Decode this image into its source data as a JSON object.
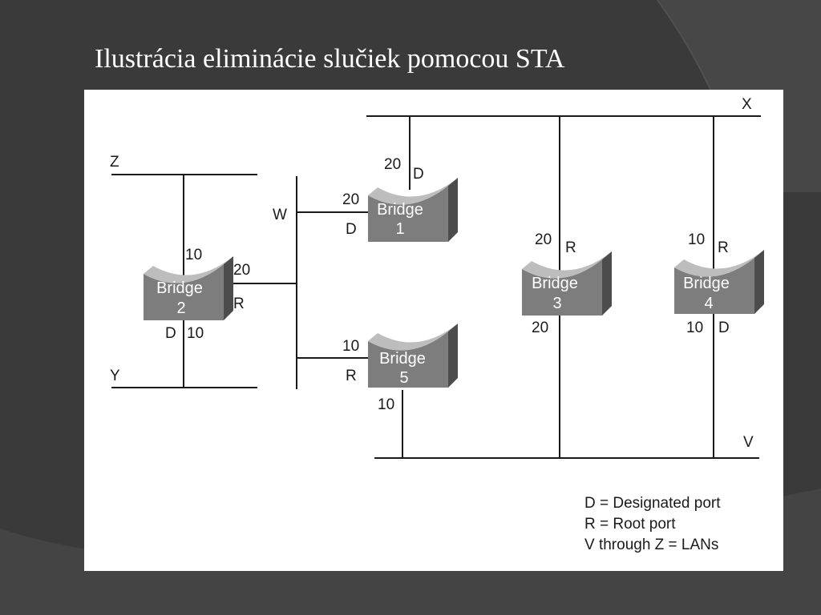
{
  "title": "Ilustrácia eliminácie slučiek pomocou STA",
  "diagram": {
    "lans": {
      "x": "X",
      "z": "Z",
      "w": "W",
      "y": "Y",
      "v": "V"
    },
    "bridges": {
      "b1": {
        "name": "Bridge",
        "number": "1",
        "ports": [
          "20",
          "D",
          "20",
          "D"
        ]
      },
      "b2": {
        "name": "Bridge",
        "number": "2",
        "ports": [
          "10",
          "20",
          "R",
          "D",
          "10"
        ]
      },
      "b3": {
        "name": "Bridge",
        "number": "3",
        "ports": [
          "20",
          "R",
          "20"
        ]
      },
      "b4": {
        "name": "Bridge",
        "number": "4",
        "ports": [
          "10",
          "R",
          "10",
          "D"
        ]
      },
      "b5": {
        "name": "Bridge",
        "number": "5",
        "ports": [
          "10",
          "R",
          "10"
        ]
      }
    },
    "legend": [
      "D = Designated port",
      "R = Root port",
      "V through Z = LANs"
    ]
  }
}
